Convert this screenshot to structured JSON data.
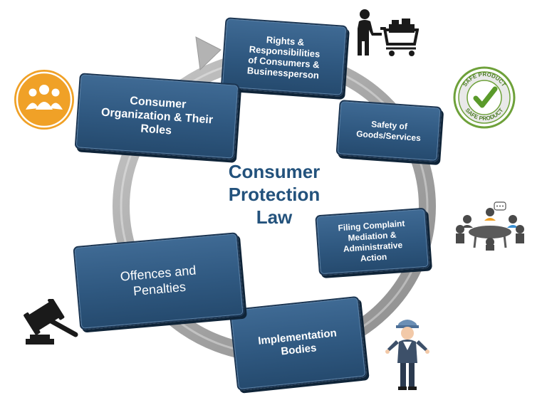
{
  "diagram": {
    "center_title": [
      "Consumer",
      "Protection",
      "Law"
    ],
    "boxes": {
      "rights": [
        "Rights &",
        "Responsibilities",
        "of Consumers &",
        "Businessperson"
      ],
      "safety": [
        "Safety of",
        "Goods/Services"
      ],
      "filing": [
        "Filing Complaint",
        "Mediation &",
        "Administrative",
        "Action"
      ],
      "implementation": [
        "Implementation",
        "Bodies"
      ],
      "offences": [
        "Offences and",
        "Penalties"
      ],
      "organization": [
        "Consumer",
        "Organization & Their",
        "Roles"
      ]
    },
    "icons": {
      "top_right": "shopping-cart-person-icon",
      "right_top": "safe-product-seal-icon",
      "right_middle": "meeting-table-icon",
      "bottom_right": "worker-person-icon",
      "left_bottom": "gavel-icon",
      "left_top": "group-people-icon"
    },
    "seal_text": [
      "SAFE PRODUCT",
      "SAFE PRODUCT"
    ],
    "colors": {
      "box_fill": "#2f5880",
      "box_border": "#1b3552",
      "center_text": "#23527c",
      "cycle_arrow": "#a9a9a9",
      "orange_circle": "#f0a127",
      "seal_green": "#6ea13a"
    }
  }
}
